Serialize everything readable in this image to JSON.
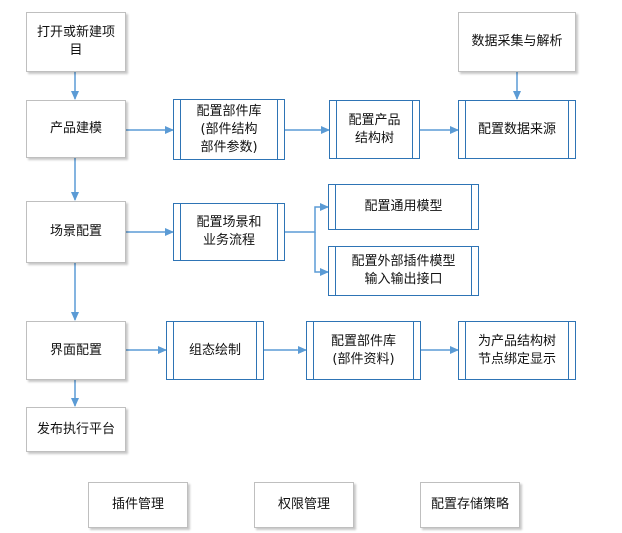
{
  "colors": {
    "arrow": "#5b9bd5",
    "process_border": "#2e74b5",
    "box_border": "#bfbfbf"
  },
  "nodes": {
    "open_project": "打开或新建项\n目",
    "data_collect": "数据采集与解析",
    "product_model": "产品建模",
    "part_lib": "配置部件库\n(部件结构\n部件参数)",
    "product_tree": "配置产品\n结构树",
    "data_source": "配置数据来源",
    "scene_config": "场景配置",
    "scene_flow": "配置场景和\n业务流程",
    "general_model": "配置通用模型",
    "plugin_model": "配置外部插件模型\n输入输出接口",
    "ui_config": "界面配置",
    "state_draw": "组态绘制",
    "part_lib2": "配置部件库\n(部件资料)",
    "bind_display": "为产品结构树\n节点绑定显示",
    "publish": "发布执行平台",
    "plugin_manage": "插件管理",
    "permission_manage": "权限管理",
    "storage_policy": "配置存储策略"
  }
}
